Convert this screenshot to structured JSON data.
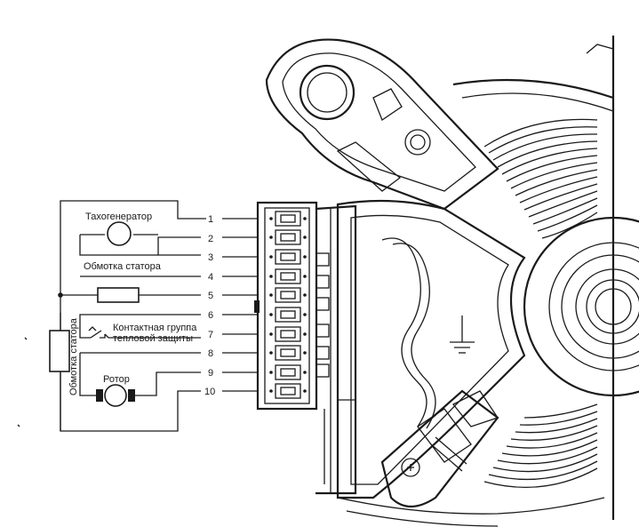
{
  "labels": {
    "tachogenerator": "Тахогенератор",
    "stator_winding_top": "Обмотка статора",
    "contact_group_line1": "Контактная группа",
    "contact_group_line2": "тепловой защиты",
    "stator_winding_side": "Обмотка статора",
    "rotor": "Ротор"
  },
  "pins": [
    "1",
    "2",
    "3",
    "4",
    "5",
    "6",
    "7",
    "8",
    "9",
    "10"
  ]
}
